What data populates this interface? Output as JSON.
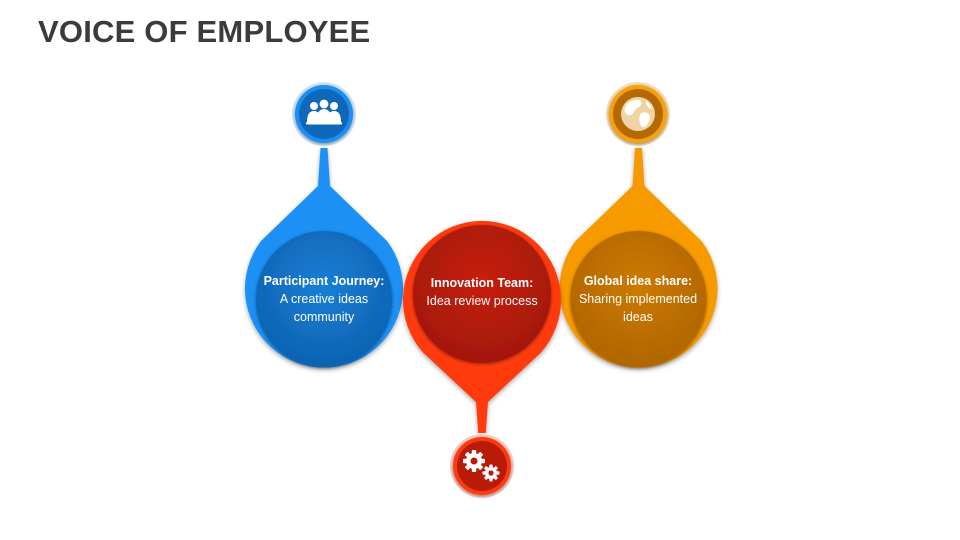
{
  "title": "VOICE OF EMPLOYEE",
  "items": [
    {
      "heading": "Participant Journey:",
      "text": "A creative ideas community",
      "icon": "people-group-icon",
      "color": "#1a86e8"
    },
    {
      "heading": "Innovation Team:",
      "text": "Idea review process",
      "icon": "gears-icon",
      "color": "#e8280e"
    },
    {
      "heading": "Global idea share:",
      "text": "Sharing implemented ideas",
      "icon": "globe-icon",
      "color": "#f39200"
    }
  ]
}
